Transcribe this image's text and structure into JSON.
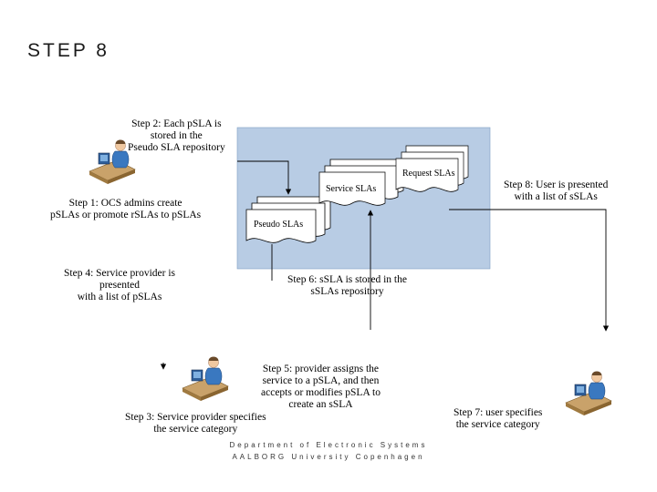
{
  "slide": {
    "title": "STEP 8"
  },
  "diagram": {
    "repository_fill": "#b8cce4",
    "documents": {
      "pseudo": "Pseudo SLAs",
      "service": "Service SLAs",
      "request": "Request SLAs"
    },
    "steps": {
      "step1": [
        "Step 1: OCS admins create",
        "pSLAs or promote rSLAs to pSLAs"
      ],
      "step2": [
        "Step 2: Each pSLA is",
        "stored in the",
        "Pseudo SLA repository"
      ],
      "step3": [
        "Step 3: Service provider specifies",
        "the service category"
      ],
      "step4": [
        "Step 4: Service provider is",
        "presented",
        "with a list of pSLAs"
      ],
      "step5": [
        "Step 5: provider assigns the",
        "service to a pSLA, and then",
        "accepts or modifies pSLA to",
        "create an sSLA"
      ],
      "step6": [
        "Step 6: sSLA is stored in the",
        "sSLAs repository"
      ],
      "step7": [
        "Step 7: user specifies",
        "the service category"
      ],
      "step8": [
        "Step 8: User is presented",
        "with a list of sSLAs"
      ]
    },
    "icons": [
      "admin-at-computer-icon",
      "provider-at-computer-icon",
      "user-at-computer-icon"
    ]
  },
  "footer": {
    "line1": "Department of Electronic Systems",
    "line2": "AALBORG University Copenhagen"
  }
}
